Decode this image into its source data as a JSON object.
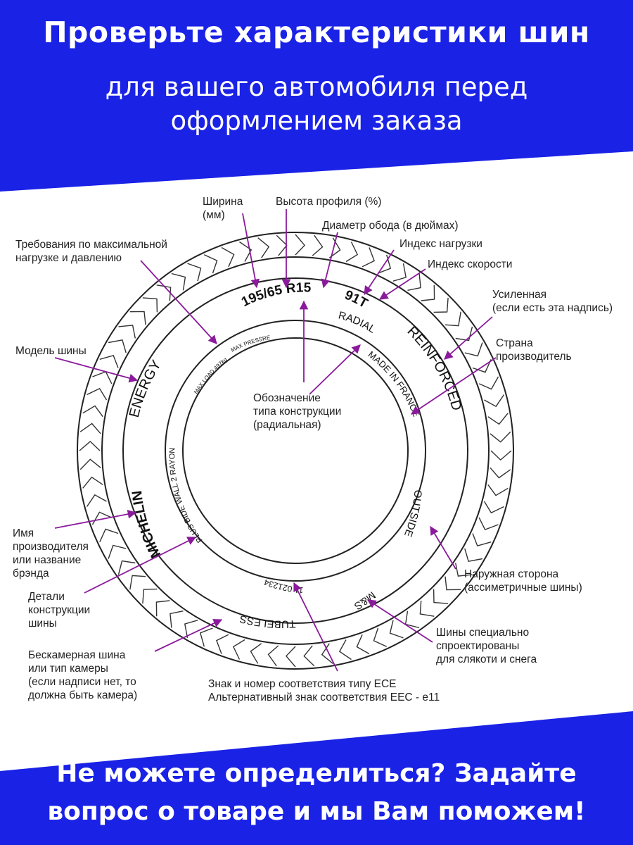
{
  "header": {
    "title": "Проверьте характеристики шин",
    "subtitle_line1": "для вашего автомобиля перед",
    "subtitle_line2": "оформлением заказа"
  },
  "footer": {
    "line1": "Не можете определиться? Задайте",
    "line2": "вопрос о товаре и мы Вам поможем!"
  },
  "colors": {
    "banner_blue": "#1a22e6",
    "arrow_purple": "#8a1a9b"
  },
  "tire_text": {
    "size": "195/65 R15",
    "load_speed": "91T",
    "radial": "RADIAL",
    "reinforced": "REINFORCED",
    "made_in": "MADE IN FRANCE",
    "outside": "OUTSIDE",
    "ms": "M&S",
    "tubeless": "TUBELESS",
    "ece_number": "11 021234",
    "plies": "PLUS BIDE WALL 2 RAYON",
    "michelin": "MICHELIN",
    "energy": "ENERGY",
    "max_load": "MAX LOAD 497kg",
    "max_pressure": "MAX PRESSRE"
  },
  "labels": {
    "width": "Ширина\n(мм)",
    "profile": "Высота профиля (%)",
    "rim": "Диаметр обода (в дюймах)",
    "load_index": "Индекс нагрузки",
    "speed_index": "Индекс скорости",
    "reinforced": "Усиленная\n(если есть эта надпись)",
    "country": "Страна\nпроизводитель",
    "max_load": "Требования по максимальной\nнагрузке и давлению",
    "model": "Модель шины",
    "construction": "Обозначение\nтипа конструкции\n(радиальная)",
    "brand": "Имя\nпроизводителя\nили название\nбрэнда",
    "details": "Детали\nконструкции\nшины",
    "tubeless": "Бескамерная шина\nили тип камеры\n(если надписи нет, то\nдолжна быть камера)",
    "outside": "Наружная сторона\n(ассиметричные шины)",
    "ms": "Шины специально\nспроектированы\nдля слякоти и снега",
    "ece": "Знак и номер соответствия типу ECE\nАльтернативный знак соответствия EEC - е11"
  }
}
